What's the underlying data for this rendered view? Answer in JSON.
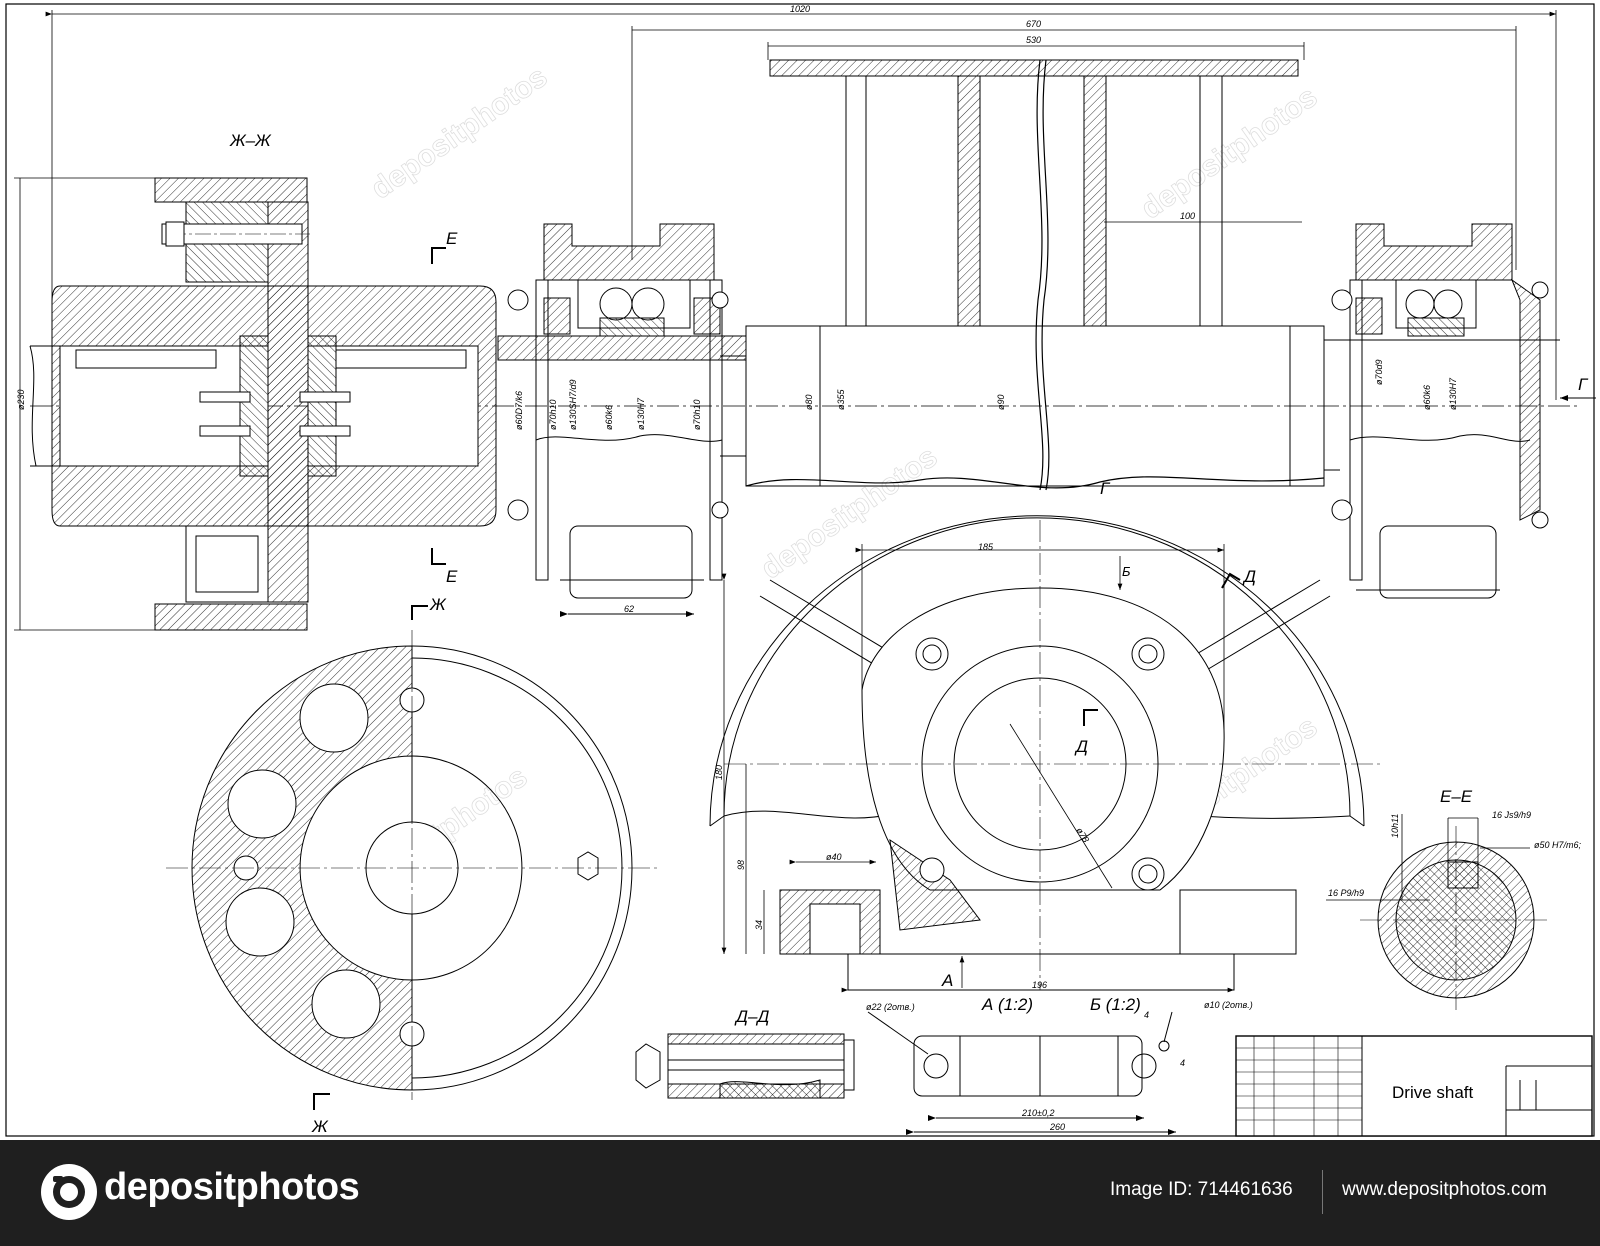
{
  "drawing": {
    "title_block": {
      "title": "Drive shaft"
    },
    "section_labels": {
      "zh_zh": "Ж–Ж",
      "e_e": "Е–Е",
      "d_d": "Д–Д",
      "view_a": "А (1:2)",
      "view_b": "Б (1:2)",
      "marker_e_top": "Е",
      "marker_e_bottom": "Е",
      "marker_zh_top": "Ж",
      "marker_zh_bottom": "Ж",
      "marker_g_mid": "Г",
      "marker_g_right": "Г",
      "marker_b": "Б",
      "marker_d_right": "Д",
      "marker_d_center": "Д",
      "marker_a": "А"
    },
    "dimensions": {
      "d1020": "1020",
      "d670": "670",
      "d530": "530",
      "d100": "100",
      "d230": "ø230",
      "d600": "ø60D7/k6",
      "d70h10a": "ø70h10",
      "d130": "ø130SH7/d9",
      "d60k6a": "ø60k6",
      "d130h7a": "ø130H7",
      "d70h10b": "ø70h10",
      "d80": "ø80",
      "d355": "ø355",
      "d90": "ø90",
      "d70d9": "ø70d9",
      "d60k6b": "ø60k6",
      "d130h7b": "ø130H7",
      "d62": "62",
      "d185": "185",
      "d180": "180",
      "d98": "98",
      "d34": "34",
      "d40": "ø40",
      "d78": "ø78",
      "d196": "196",
      "d10h11": "10h11",
      "d16js9": "16 Js9/h9",
      "d50h7": "ø50 H7/m6;",
      "d16p9": "16 P9/h9",
      "d22": "ø22 (2отв.)",
      "d10": "ø10 (2отв.)",
      "d4a": "4",
      "d4b": "4",
      "d210": "210±0,2",
      "d260": "260"
    }
  },
  "watermark": {
    "text": "depositphotos"
  },
  "footer": {
    "brand": "depositphotos",
    "image_id": "Image ID: 714461636",
    "site": "www.depositphotos.com"
  },
  "colors": {
    "line": "#000000",
    "footer_bg": "#1f1f1f",
    "footer_text": "#ffffff",
    "watermark": "#c9c9c9"
  }
}
